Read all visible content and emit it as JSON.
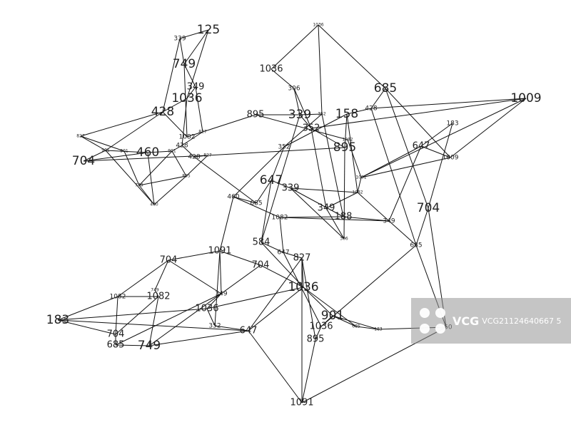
{
  "nodes": [
    {
      "id": "n1",
      "label": "125"
    },
    {
      "id": "n2",
      "label": "339"
    },
    {
      "id": "n3",
      "label": "749"
    },
    {
      "id": "n4",
      "label": "349"
    },
    {
      "id": "n5",
      "label": "1036"
    },
    {
      "id": "n6",
      "label": "428"
    },
    {
      "id": "n7",
      "label": "1036"
    },
    {
      "id": "n8",
      "label": "1036"
    },
    {
      "id": "n9",
      "label": "306"
    },
    {
      "id": "n10",
      "label": "895"
    },
    {
      "id": "n11",
      "label": "339"
    },
    {
      "id": "n12",
      "label": "352"
    },
    {
      "id": "n13",
      "label": "158"
    },
    {
      "id": "n14",
      "label": "428"
    },
    {
      "id": "n15",
      "label": "685"
    },
    {
      "id": "n16",
      "label": "1009"
    },
    {
      "id": "n17",
      "label": "183"
    },
    {
      "id": "n18",
      "label": "647"
    },
    {
      "id": "n19",
      "label": "1009"
    },
    {
      "id": "n20",
      "label": "827"
    },
    {
      "id": "n21",
      "label": "901"
    },
    {
      "id": "n22",
      "label": "460"
    },
    {
      "id": "n23",
      "label": "901"
    },
    {
      "id": "n24",
      "label": "704"
    },
    {
      "id": "n25",
      "label": "895"
    },
    {
      "id": "n26",
      "label": "352"
    },
    {
      "id": "n27",
      "label": "1082"
    },
    {
      "id": "n28",
      "label": "827"
    },
    {
      "id": "n29",
      "label": "428"
    },
    {
      "id": "n30",
      "label": "352"
    },
    {
      "id": "n31",
      "label": "1082"
    },
    {
      "id": "n32",
      "label": "901"
    },
    {
      "id": "n33",
      "label": "647"
    },
    {
      "id": "n34",
      "label": "339"
    },
    {
      "id": "n35",
      "label": "460"
    },
    {
      "id": "n36",
      "label": "685"
    },
    {
      "id": "n37",
      "label": "1091"
    },
    {
      "id": "n38",
      "label": "1082"
    },
    {
      "id": "n39",
      "label": "349"
    },
    {
      "id": "n40",
      "label": "188"
    },
    {
      "id": "n41",
      "label": "306"
    },
    {
      "id": "n42",
      "label": "704"
    },
    {
      "id": "n43",
      "label": "349"
    },
    {
      "id": "n44",
      "label": "584"
    },
    {
      "id": "n45",
      "label": "647"
    },
    {
      "id": "n46",
      "label": "827"
    },
    {
      "id": "n47",
      "label": "1091"
    },
    {
      "id": "n48",
      "label": "704"
    },
    {
      "id": "n49",
      "label": "704"
    },
    {
      "id": "n50",
      "label": "1082"
    },
    {
      "id": "n51",
      "label": "1082"
    },
    {
      "id": "n52",
      "label": "749"
    },
    {
      "id": "n53",
      "label": "349"
    },
    {
      "id": "n54",
      "label": "1036"
    },
    {
      "id": "n55",
      "label": "183"
    },
    {
      "id": "n56",
      "label": "352"
    },
    {
      "id": "n57",
      "label": "704"
    },
    {
      "id": "n58",
      "label": "685"
    },
    {
      "id": "n59",
      "label": "749"
    },
    {
      "id": "n60",
      "label": "647"
    },
    {
      "id": "n61",
      "label": "1036"
    },
    {
      "id": "n62",
      "label": "685"
    },
    {
      "id": "n63",
      "label": "901"
    },
    {
      "id": "n64",
      "label": "1036"
    },
    {
      "id": "n65",
      "label": "895"
    },
    {
      "id": "n66",
      "label": "1091"
    },
    {
      "id": "n67",
      "label": "685"
    },
    {
      "id": "n68",
      "label": "183"
    },
    {
      "id": "n69",
      "label": "250"
    },
    {
      "id": "n70",
      "label": "895"
    },
    {
      "id": "n71",
      "label": "827"
    },
    {
      "id": "n72",
      "label": "428"
    },
    {
      "id": "n73",
      "label": "1082"
    },
    {
      "id": "n74",
      "label": "460"
    },
    {
      "id": "n75",
      "label": "749"
    }
  ],
  "watermark": {
    "logo": "VCG",
    "id": "VCG21124640667 5"
  }
}
